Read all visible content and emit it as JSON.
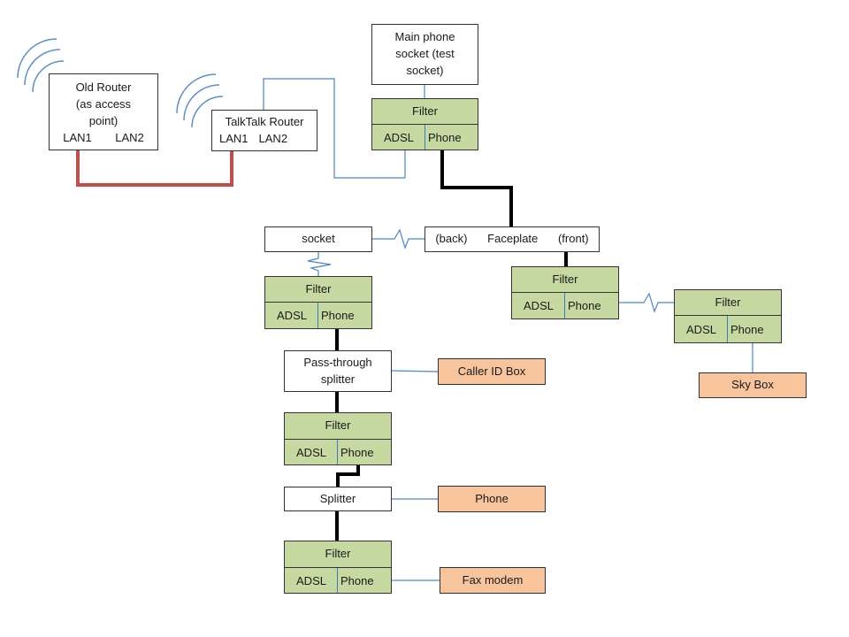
{
  "old_router": {
    "line1": "Old Router",
    "line2": "(as access",
    "line3": "point)",
    "lan1": "LAN1",
    "lan2": "LAN2"
  },
  "talktalk_router": {
    "title": "TalkTalk Router",
    "lan1": "LAN1",
    "lan2": "LAN2"
  },
  "main_socket": {
    "line1": "Main phone",
    "line2": "socket (test",
    "line3": "socket)"
  },
  "labels": {
    "filter": "Filter",
    "adsl": "ADSL",
    "phone": "Phone"
  },
  "socket": "socket",
  "faceplate": {
    "back": "(back)",
    "name": "Faceplate",
    "front": "(front)"
  },
  "pass_through": {
    "line1": "Pass-through",
    "line2": "splitter"
  },
  "caller_id": "Caller ID Box",
  "sky_box": "Sky Box",
  "splitter": "Splitter",
  "phone_device": "Phone",
  "fax": "Fax modem",
  "colors": {
    "green": "#c5d9a0",
    "orange": "#f8c49c",
    "ethernet": "#c0504d",
    "blue_wire": "#4a86c8",
    "thick": "#000000"
  }
}
